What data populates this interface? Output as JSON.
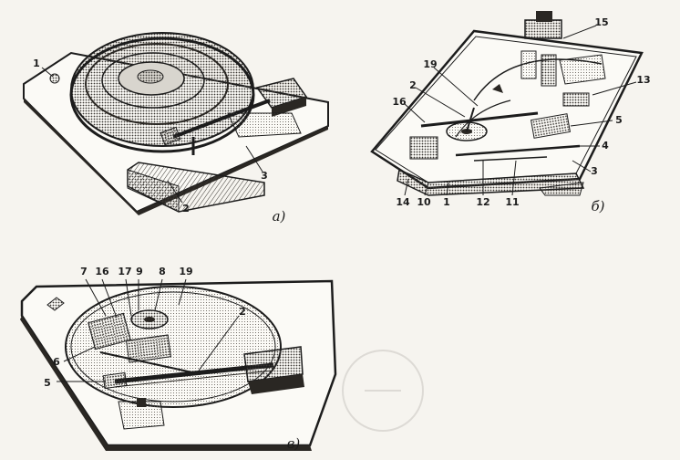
{
  "figure_a": {
    "caption": "а)",
    "labels": [
      "1",
      "2",
      "3"
    ]
  },
  "figure_b": {
    "caption": "б)",
    "labels": [
      "19",
      "2",
      "16",
      "15",
      "13",
      "5",
      "4",
      "3",
      "14",
      "10",
      "1",
      "12",
      "11"
    ]
  },
  "figure_c": {
    "caption": "в)",
    "labels": [
      "7",
      "16",
      "17",
      "9",
      "8",
      "19",
      "6",
      "5",
      "2"
    ]
  },
  "colors": {
    "ink": "#1c1c1c",
    "paper": "#f6f4ef",
    "tone": "#6e6a63"
  }
}
